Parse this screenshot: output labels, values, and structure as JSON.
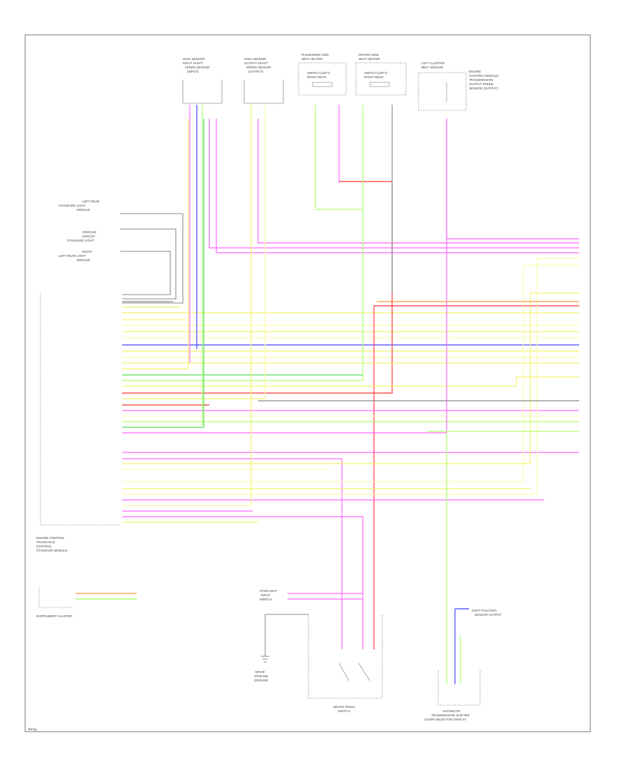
{
  "colors": {
    "pink": "#ff66ff",
    "yellow": "#f2f26a",
    "yellow_light": "#fafab0",
    "green_light": "#aaff66",
    "green": "#55dd55",
    "blue": "#4444ff",
    "red": "#ff3333",
    "orange": "#ff9933",
    "gray": "#888888",
    "black": "#333333",
    "frame": "#555555"
  },
  "top_components": [
    {
      "id": "sensor1",
      "lines": [
        "HIGH SENSOR",
        "INPUT SHAFT",
        "SPEED SENSOR",
        "(INPUT)"
      ]
    },
    {
      "id": "sensor2",
      "lines": [
        "HIGH SENSOR",
        "OUTPUT SHAFT",
        "SPEED SENSOR",
        "(OUTPUT)"
      ]
    },
    {
      "id": "pass_seat",
      "lines": [
        "PASSENGER SIDE",
        "SEAT HEATER",
        "SWITCH (LEFT)",
        "RIGHT REAR"
      ]
    },
    {
      "id": "driver_seat",
      "lines": [
        "DRIVER SIDE",
        "SEAT HEATER",
        "SWITCH (LEFT)",
        "RIGHT REAR"
      ]
    },
    {
      "id": "left_seat",
      "lines": [
        "LEFT CLUSTER",
        "BELT SENSOR"
      ]
    },
    {
      "id": "side_note",
      "lines": [
        "ENGINE",
        "CONTROL MODULE",
        "TRANSMISSION",
        "OUTPUT SPEED",
        "SENSOR (OUTPUT)"
      ]
    }
  ],
  "left_labels": [
    {
      "id": "l1",
      "lines": [
        "LEFT REAR",
        "STANDARD LIGHT",
        "MODULE"
      ]
    },
    {
      "id": "l2",
      "lines": [
        "GROUND",
        "CIRCUIT",
        "STANDARD LIGHT"
      ]
    },
    {
      "id": "l3",
      "lines": [
        "RIGHT",
        "LEFT REAR LIGHT",
        "MODULE"
      ]
    }
  ],
  "ecm_label": [
    "ENGINE CONTROL",
    "TRANSAXLE",
    "CONTROL",
    "STANDARD MODULE"
  ],
  "instrument_label": "INSTRUMENT CLUSTER",
  "bottom_labels": {
    "ground": [
      "DRIVE",
      "GROUND",
      "GROUND"
    ],
    "brake": [
      "BRAKE PEDAL",
      "SWITCH"
    ],
    "selector": [
      "AUTOMATIC",
      "TRANSMISSION SHIFTER",
      "LEVER SELECTOR DISPLAY"
    ],
    "mid_connector": [
      "STOPLIGHT",
      "INPUT",
      "SWITCH"
    ],
    "shift_sensor": [
      "SHIFT POSITION",
      "SENSOR OUTPUT"
    ]
  },
  "footer_tag": "Wiring"
}
